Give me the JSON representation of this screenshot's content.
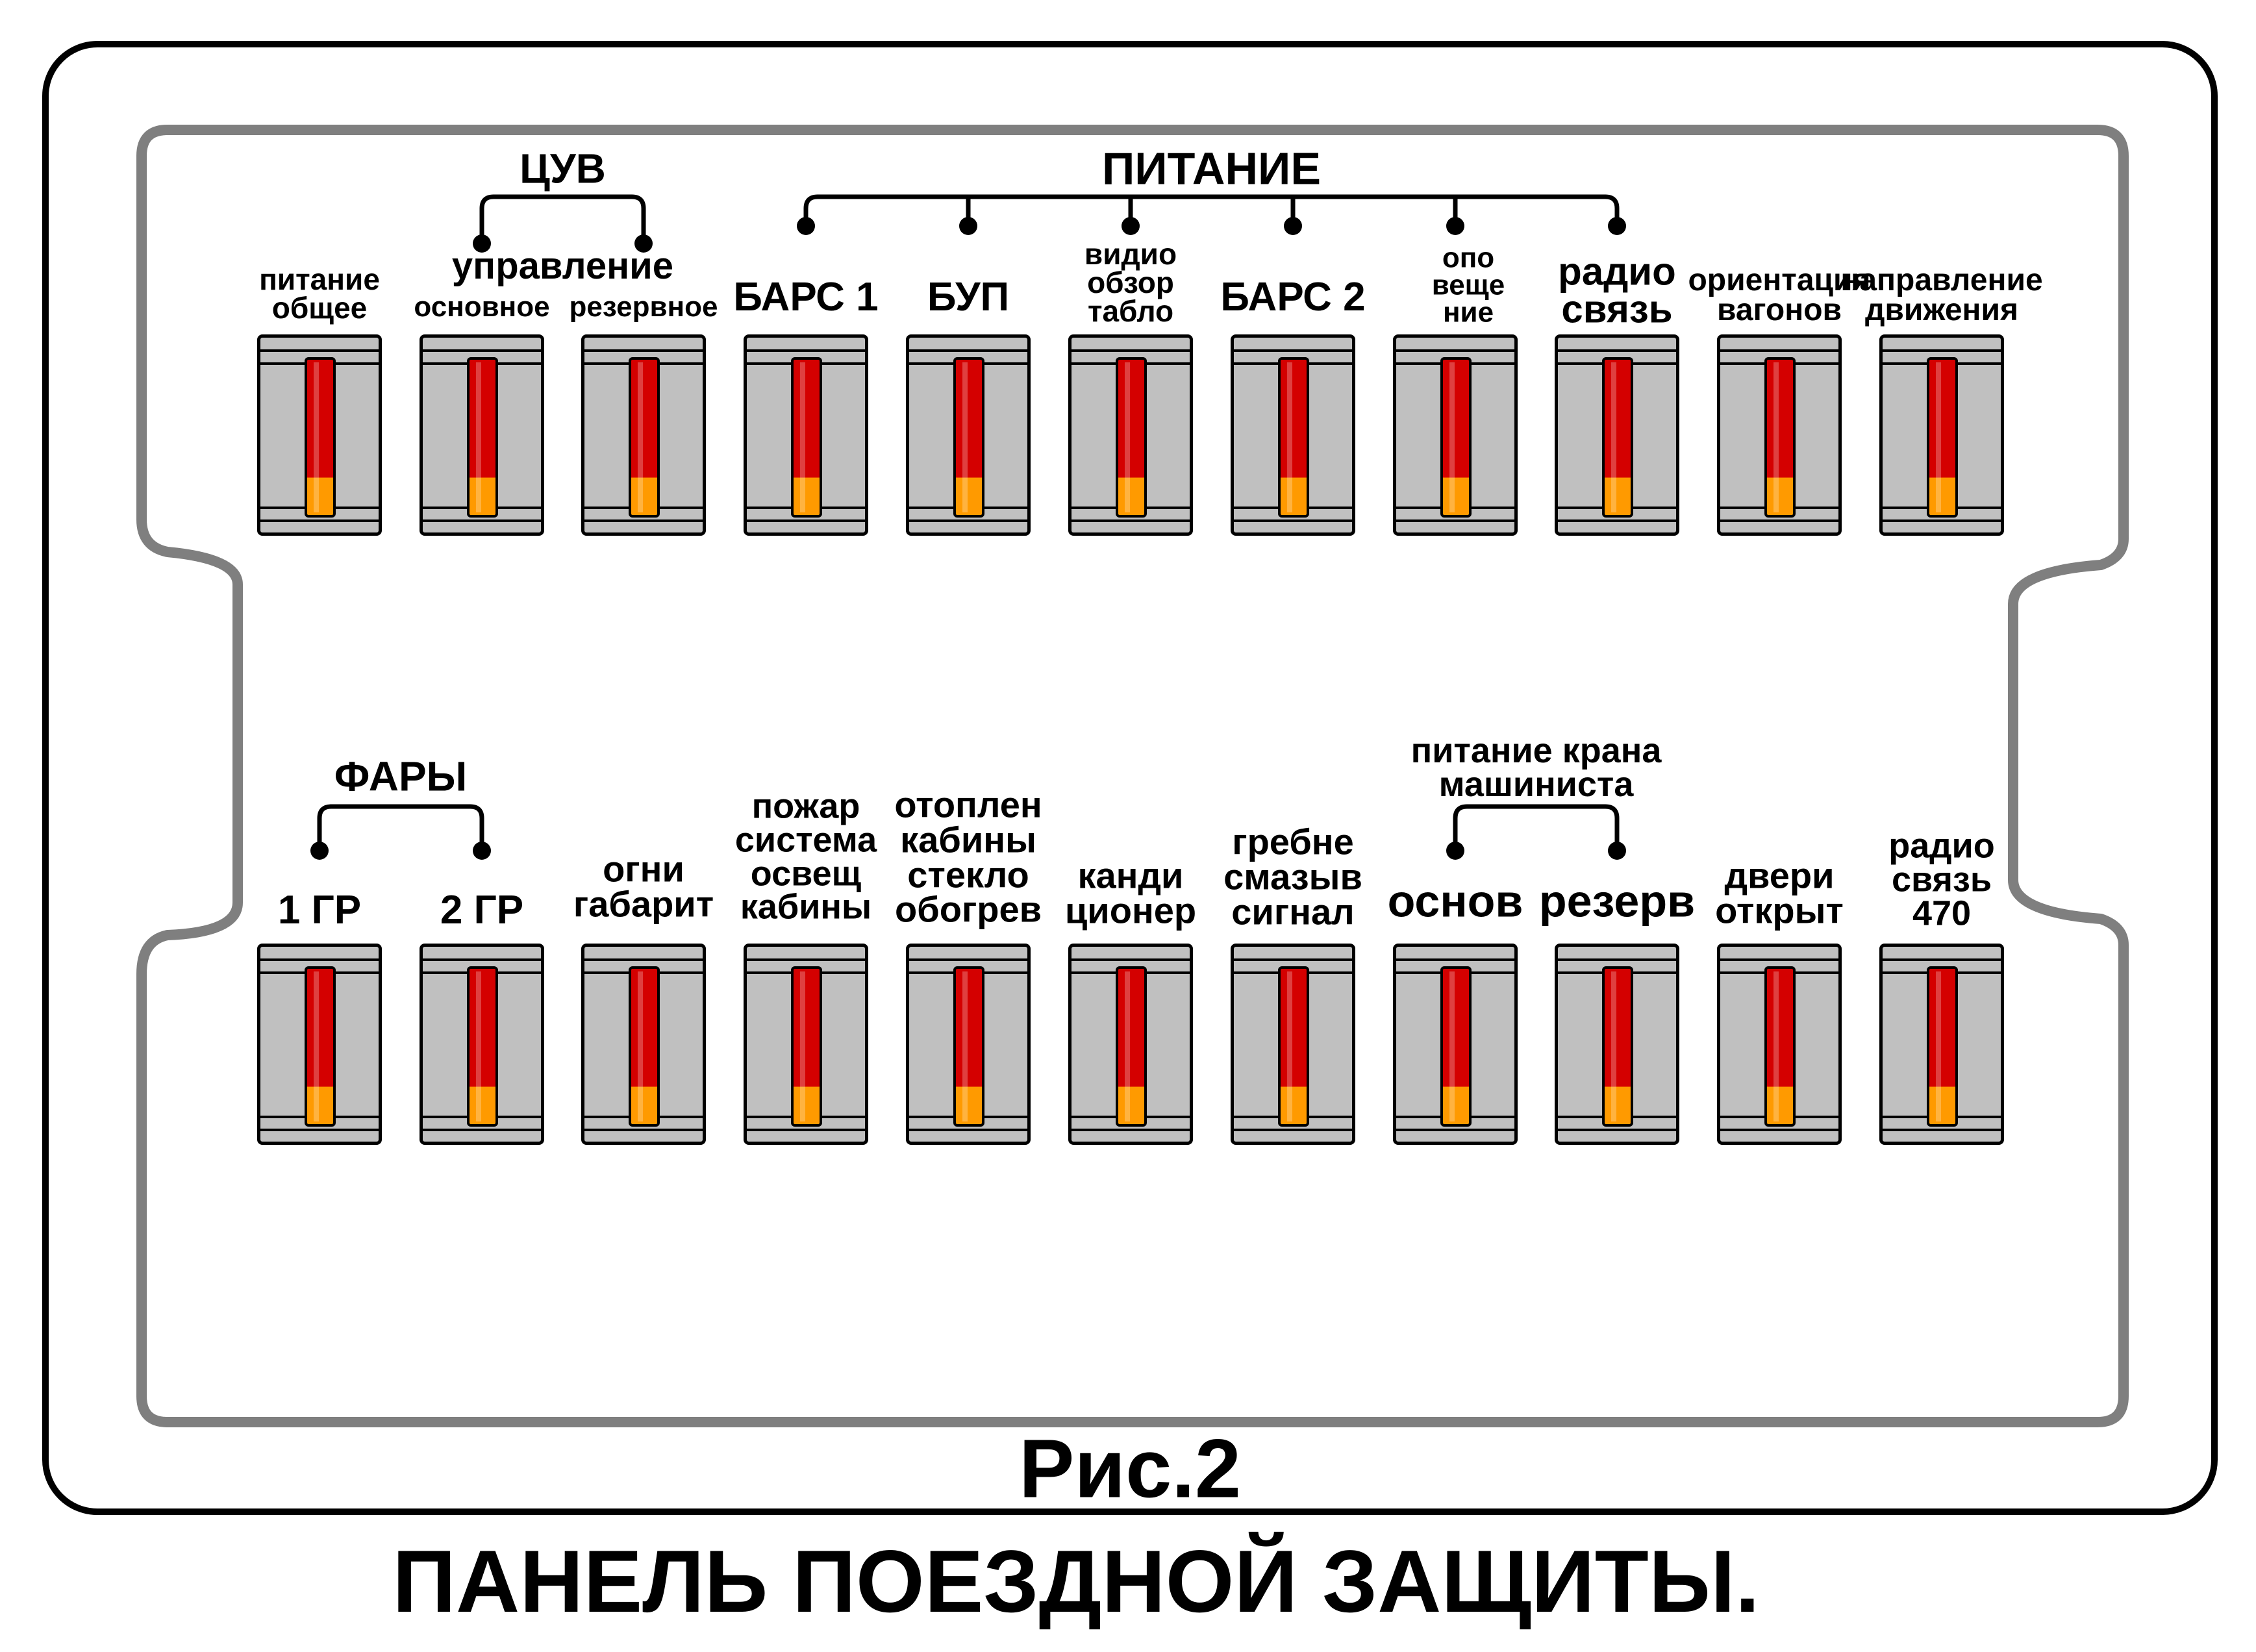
{
  "figure_number": "Рис.2",
  "figure_title": "ПАНЕЛЬ ПОЕЗДНОЙ ЗАЩИТЫ.",
  "top_row": {
    "switch_labels": [
      [
        "питание",
        "общее"
      ],
      [
        "основное"
      ],
      [
        "резервное"
      ],
      [
        "БАРС 1"
      ],
      [
        "БУП"
      ],
      [
        "видио",
        "обзор",
        "табло"
      ],
      [
        "БАРС 2"
      ],
      [
        "опо",
        "веще",
        "ние"
      ],
      [
        "радио",
        "связь"
      ],
      [
        "ориентация",
        "вагонов"
      ],
      [
        "направление",
        "движения"
      ]
    ],
    "groups": [
      {
        "title": "ЦУВ",
        "subtitle": "управление",
        "switch_indexes": [
          1,
          2
        ]
      },
      {
        "title": "ПИТАНИЕ",
        "subtitle": "",
        "switch_indexes": [
          3,
          4,
          5,
          6,
          7,
          8
        ]
      }
    ]
  },
  "bottom_row": {
    "switch_labels": [
      [
        "1 ГР"
      ],
      [
        "2 ГР"
      ],
      [
        "огни",
        "габарит"
      ],
      [
        "пожар",
        "система",
        "освещ",
        "кабины"
      ],
      [
        "отоплен",
        "кабины",
        "стекло",
        "обогрев"
      ],
      [
        "канди",
        "ционер"
      ],
      [
        "гребне",
        "смазыв",
        "сигнал"
      ],
      [
        "основ"
      ],
      [
        "резерв"
      ],
      [
        "двери",
        "открыт"
      ],
      [
        "радио",
        "связь",
        "470"
      ]
    ],
    "groups": [
      {
        "title": "ФАРЫ",
        "subtitle": "",
        "switch_indexes": [
          0,
          1
        ]
      },
      {
        "title": "питание крана машиниста",
        "subtitle": "",
        "switch_indexes": [
          7,
          8
        ]
      }
    ]
  },
  "colors": {
    "outline": "#000000",
    "inner_frame": "#7f7f7f",
    "switch_body": "#c0c0c0",
    "toggle_red": "#d40000",
    "toggle_orange": "#ff9a00"
  }
}
